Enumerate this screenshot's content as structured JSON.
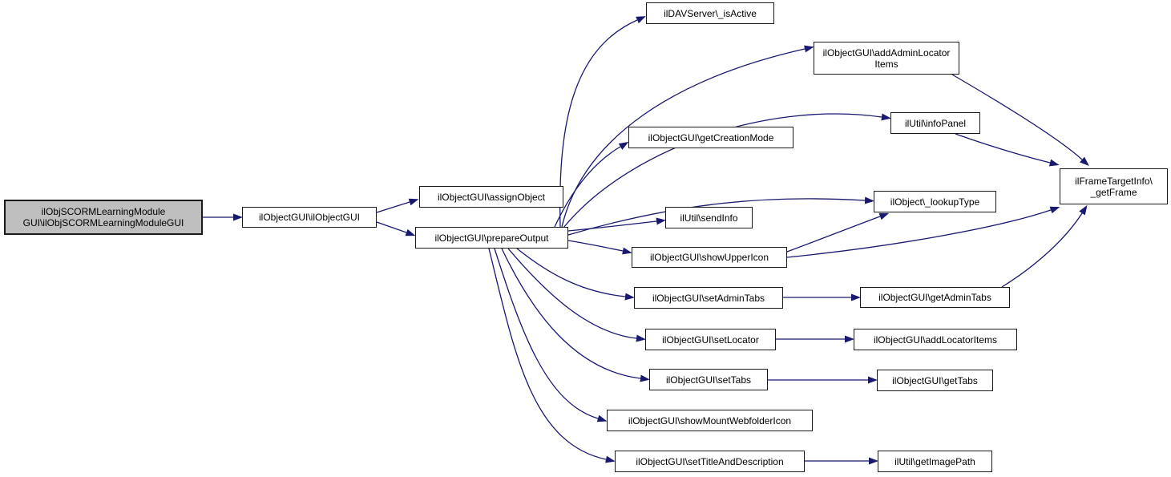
{
  "diagram": {
    "type": "call-graph",
    "colors": {
      "edge": "#191970",
      "node_border": "#1a1a1a",
      "node_fill": "#ffffff",
      "root_fill": "#bfbfbf",
      "text": "#000000",
      "background": "#ffffff"
    },
    "nodes": [
      {
        "id": "root",
        "lines": [
          "ilObjSCORMLearningModule",
          "GUI\\ilObjSCORMLearningModuleGUI"
        ],
        "root": true
      },
      {
        "id": "ilObjectGUI",
        "lines": [
          "ilObjectGUI\\ilObjectGUI"
        ]
      },
      {
        "id": "assignObject",
        "lines": [
          "ilObjectGUI\\assignObject"
        ]
      },
      {
        "id": "prepareOutput",
        "lines": [
          "ilObjectGUI\\prepareOutput"
        ]
      },
      {
        "id": "isActive",
        "lines": [
          "ilDAVServer\\_isActive"
        ]
      },
      {
        "id": "addAdminLocatorItems",
        "lines": [
          "ilObjectGUI\\addAdminLocator",
          "Items"
        ]
      },
      {
        "id": "getCreationMode",
        "lines": [
          "ilObjectGUI\\getCreationMode"
        ]
      },
      {
        "id": "infoPanel",
        "lines": [
          "ilUtil\\infoPanel"
        ]
      },
      {
        "id": "getFrame",
        "lines": [
          "ilFrameTargetInfo\\",
          "_getFrame"
        ]
      },
      {
        "id": "lookupType",
        "lines": [
          "ilObject\\_lookupType"
        ]
      },
      {
        "id": "sendInfo",
        "lines": [
          "ilUtil\\sendInfo"
        ]
      },
      {
        "id": "showUpperIcon",
        "lines": [
          "ilObjectGUI\\showUpperIcon"
        ]
      },
      {
        "id": "setAdminTabs",
        "lines": [
          "ilObjectGUI\\setAdminTabs"
        ]
      },
      {
        "id": "getAdminTabs",
        "lines": [
          "ilObjectGUI\\getAdminTabs"
        ]
      },
      {
        "id": "setLocator",
        "lines": [
          "ilObjectGUI\\setLocator"
        ]
      },
      {
        "id": "addLocatorItems",
        "lines": [
          "ilObjectGUI\\addLocatorItems"
        ]
      },
      {
        "id": "setTabs",
        "lines": [
          "ilObjectGUI\\setTabs"
        ]
      },
      {
        "id": "getTabs",
        "lines": [
          "ilObjectGUI\\getTabs"
        ]
      },
      {
        "id": "showMountWebfolderIcon",
        "lines": [
          "ilObjectGUI\\showMountWebfolderIcon"
        ]
      },
      {
        "id": "setTitleAndDescription",
        "lines": [
          "ilObjectGUI\\setTitleAndDescription"
        ]
      },
      {
        "id": "getImagePath",
        "lines": [
          "ilUtil\\getImagePath"
        ]
      }
    ],
    "edges": [
      {
        "from": "root",
        "to": "ilObjectGUI"
      },
      {
        "from": "ilObjectGUI",
        "to": "assignObject"
      },
      {
        "from": "ilObjectGUI",
        "to": "prepareOutput"
      },
      {
        "from": "prepareOutput",
        "to": "isActive"
      },
      {
        "from": "prepareOutput",
        "to": "addAdminLocatorItems"
      },
      {
        "from": "prepareOutput",
        "to": "infoPanel"
      },
      {
        "from": "prepareOutput",
        "to": "getCreationMode"
      },
      {
        "from": "prepareOutput",
        "to": "lookupType"
      },
      {
        "from": "prepareOutput",
        "to": "sendInfo"
      },
      {
        "from": "prepareOutput",
        "to": "showUpperIcon"
      },
      {
        "from": "prepareOutput",
        "to": "setAdminTabs"
      },
      {
        "from": "prepareOutput",
        "to": "setLocator"
      },
      {
        "from": "prepareOutput",
        "to": "setTabs"
      },
      {
        "from": "prepareOutput",
        "to": "showMountWebfolderIcon"
      },
      {
        "from": "prepareOutput",
        "to": "setTitleAndDescription"
      },
      {
        "from": "addAdminLocatorItems",
        "to": "getFrame"
      },
      {
        "from": "infoPanel",
        "to": "getFrame"
      },
      {
        "from": "showUpperIcon",
        "to": "lookupType"
      },
      {
        "from": "showUpperIcon",
        "to": "getFrame"
      },
      {
        "from": "setAdminTabs",
        "to": "getAdminTabs"
      },
      {
        "from": "getAdminTabs",
        "to": "getFrame"
      },
      {
        "from": "setLocator",
        "to": "addLocatorItems"
      },
      {
        "from": "setTabs",
        "to": "getTabs"
      },
      {
        "from": "setTitleAndDescription",
        "to": "getImagePath"
      }
    ]
  }
}
